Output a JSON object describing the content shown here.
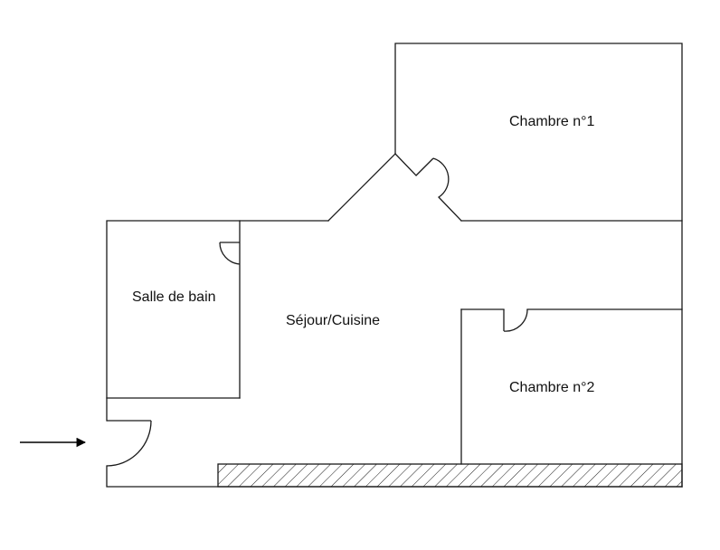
{
  "rooms": {
    "bedroom1": "Chambre n°1",
    "bedroom2": "Chambre n°2",
    "bathroom": "Salle de bain",
    "living": "Séjour/Cuisine"
  },
  "icons": {
    "entrance": "entrance-arrow-icon",
    "door": "door-swing-icon"
  },
  "colors": {
    "lines": "#1a1a1a",
    "background": "#ffffff"
  }
}
